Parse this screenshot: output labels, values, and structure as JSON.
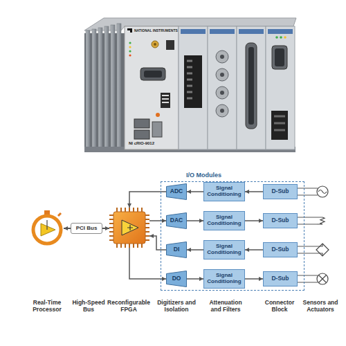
{
  "diagram": {
    "nodes": [
      {
        "text": [
          "PCI Bus"
        ]
      },
      {
        "text": [
          "I/O Modules"
        ]
      },
      {
        "text": [
          "ADC"
        ],
        "in": 1
      },
      {
        "text": [
          "Signal Conditioning"
        ],
        "in": 1
      },
      {
        "text": [
          "D-Sub"
        ],
        "in": 1
      },
      {
        "text": [
          "DAC"
        ],
        "in": 1
      },
      {
        "text": [
          "Signal Conditioning"
        ],
        "in": 1
      },
      {
        "text": [
          "D-Sub"
        ],
        "in": 1
      },
      {
        "text": [
          "DI"
        ],
        "in": 1
      },
      {
        "text": [
          "Signal Conditioning"
        ],
        "in": 1
      },
      {
        "text": [
          "D-Sub"
        ],
        "in": 1
      },
      {
        "text": [
          "DO"
        ],
        "in": 1
      },
      {
        "text": [
          "Signal Conditioning"
        ],
        "in": 1
      },
      {
        "text": [
          "D-Sub"
        ],
        "in": 1
      }
    ],
    "edges": [
      {
        "from": 4,
        "to": 3,
        "arrow": "to"
      },
      {
        "from": 3,
        "to": 2,
        "arrow": "to"
      },
      {
        "from": 5,
        "to": 6,
        "arrow": "to"
      },
      {
        "from": 6,
        "to": 7,
        "arrow": "to"
      },
      {
        "from": 10,
        "to": 9,
        "arrow": "to"
      },
      {
        "from": 9,
        "to": 8,
        "arrow": "to"
      },
      {
        "from": 11,
        "to": 12,
        "arrow": "to"
      },
      {
        "from": 12,
        "to": 13,
        "arrow": "to"
      }
    ],
    "labels": [
      "NATIONAL INSTRUMENTS",
      "NI cRIO-9012",
      "Real-Time Processor",
      "High-Speed Bus",
      "Reconfigurable FPGA",
      "Digitizers and Isolation",
      "Attenuation and Filters",
      "Connector Block",
      "Sensors and Actuators"
    ]
  }
}
